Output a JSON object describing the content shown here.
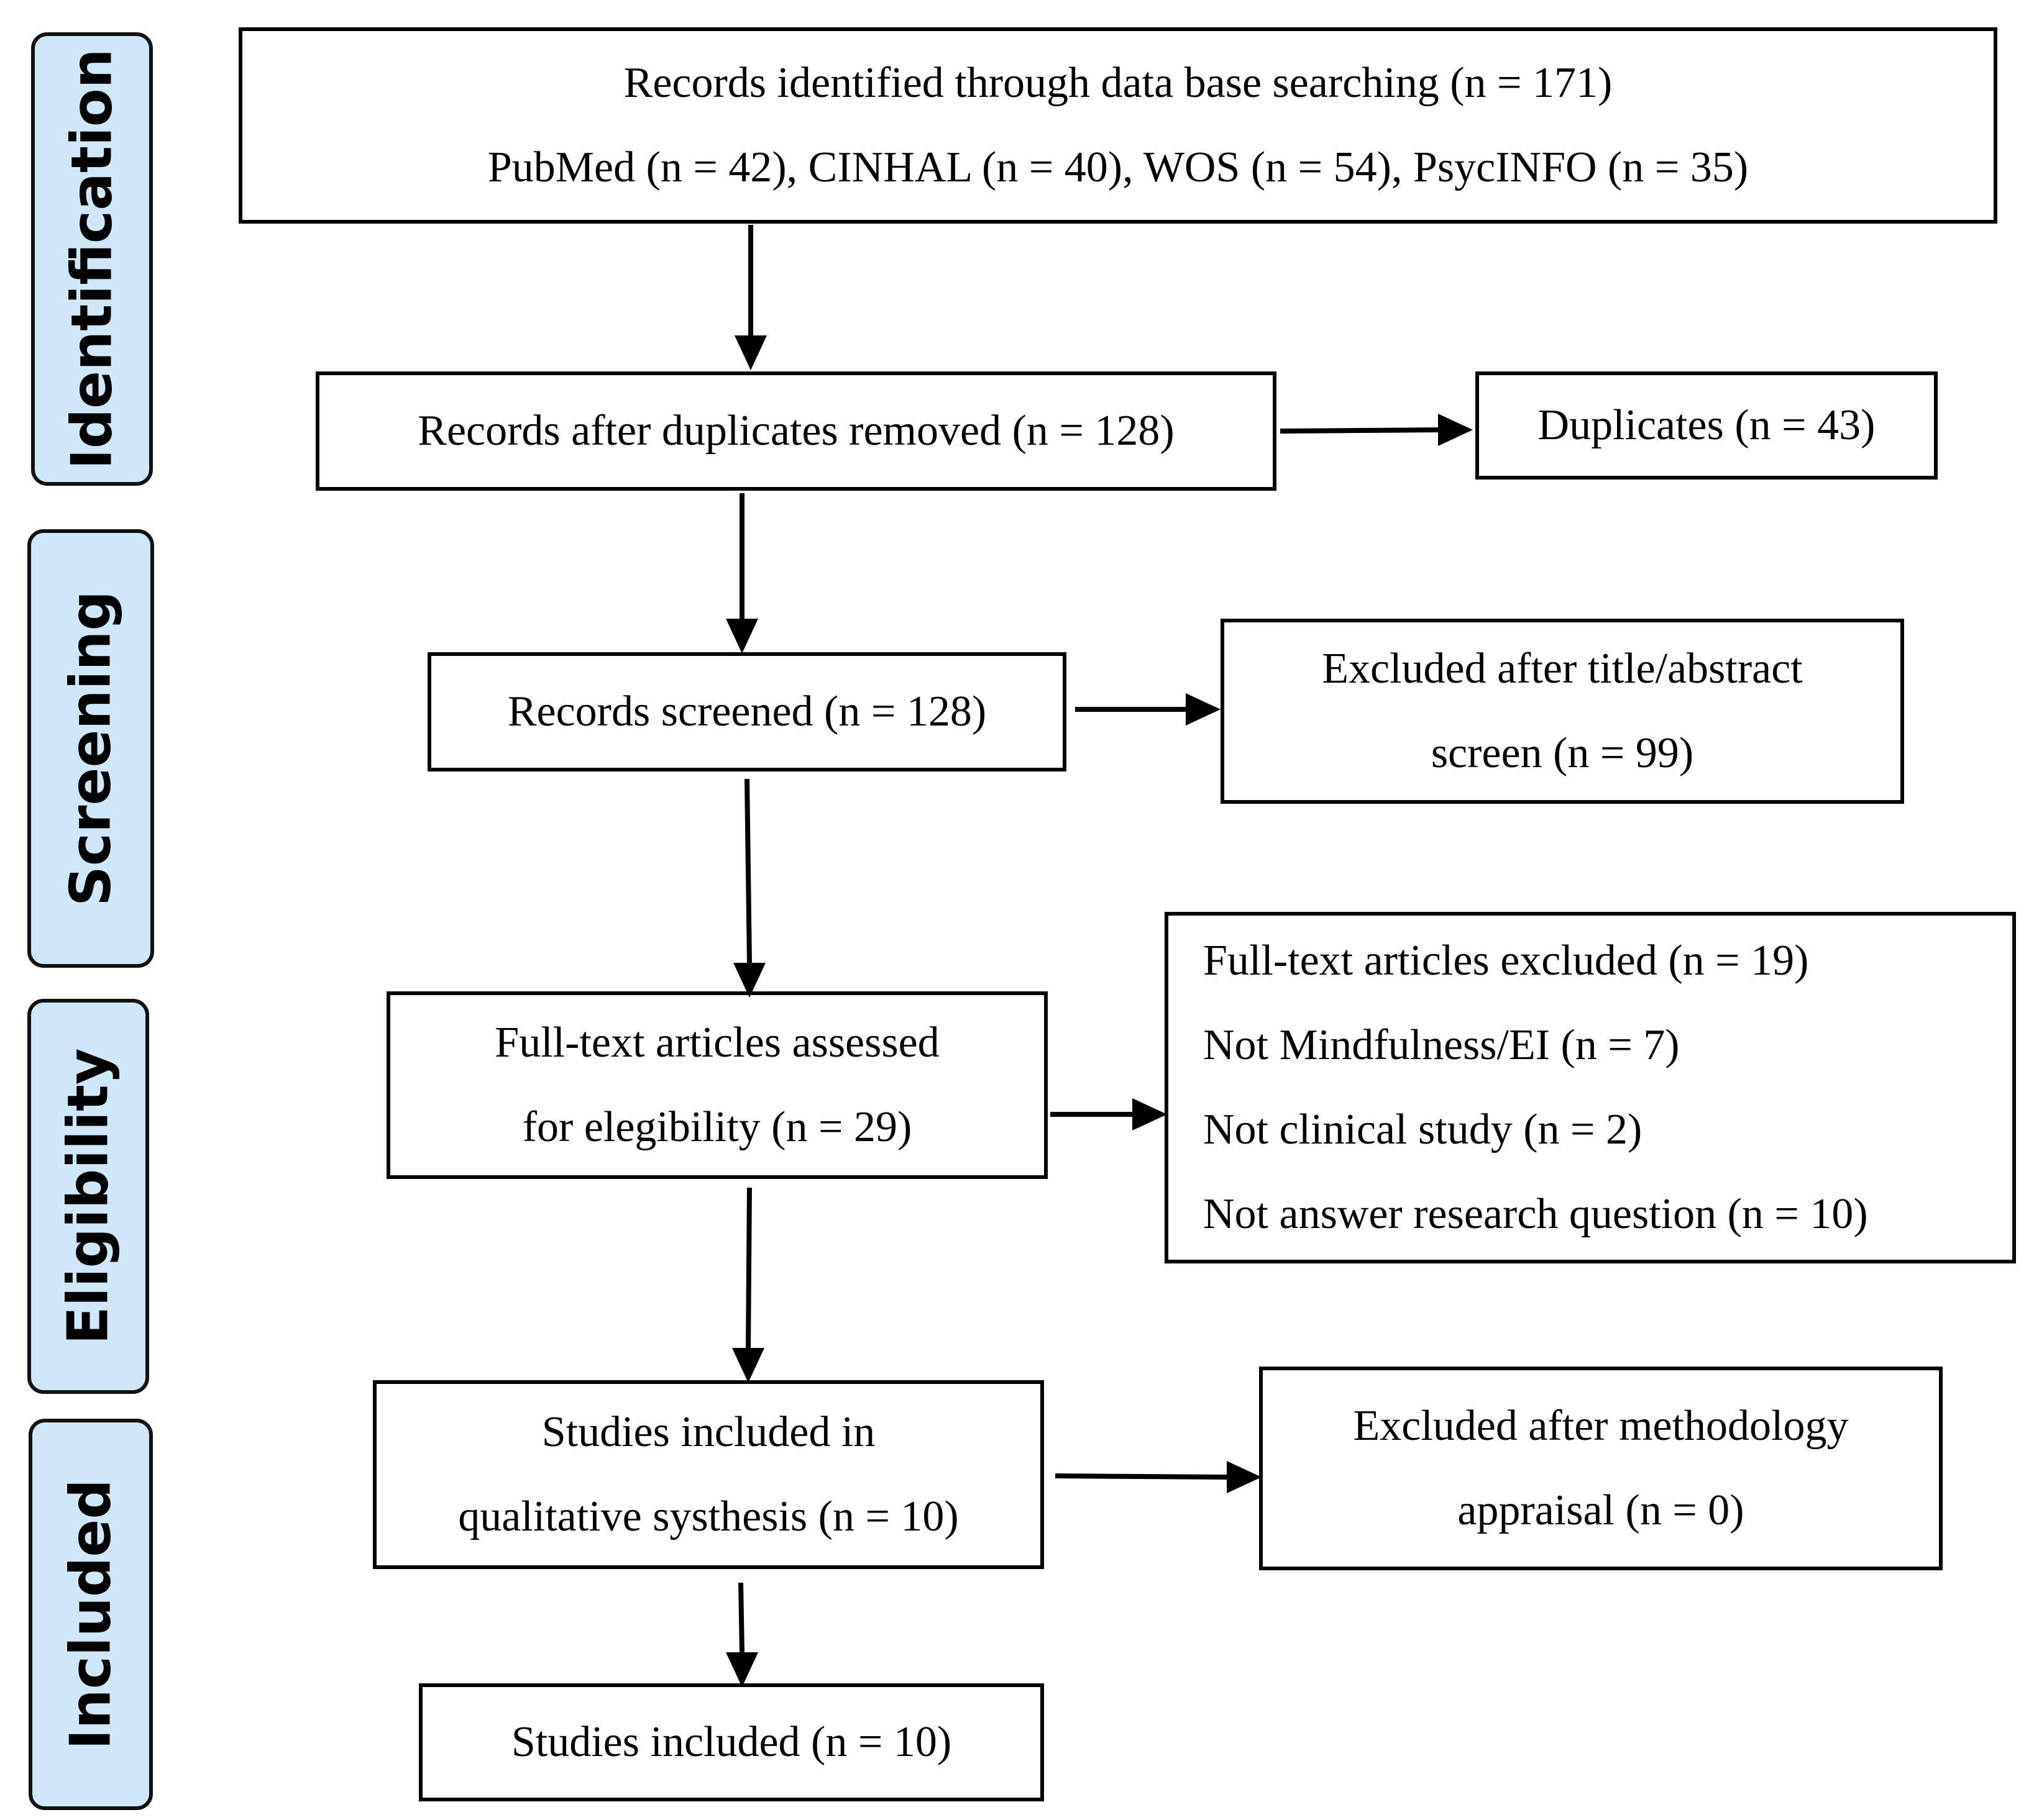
{
  "phases": {
    "identification": "Identification",
    "screening": "Screening",
    "eligibility": "Eligibility",
    "included": "Included"
  },
  "boxes": {
    "records_identified": {
      "line1": "Records identified through data base searching (n = 171)",
      "line2": "PubMed (n = 42), CINHAL (n = 40), WOS (n = 54), PsycINFO (n = 35)"
    },
    "after_duplicates": {
      "line1": "Records after duplicates removed (n = 128)"
    },
    "duplicates": {
      "line1": "Duplicates (n = 43)"
    },
    "screened": {
      "line1": "Records screened (n = 128)"
    },
    "excluded_title_abstract": {
      "line1": "Excluded after title/abstract",
      "line2": "screen (n = 99)"
    },
    "full_text_assessed": {
      "line1": "Full-text articles assessed",
      "line2": "for elegibility (n = 29)"
    },
    "full_text_excluded": {
      "line1": "Full-text articles excluded (n = 19)",
      "line2": "Not Mindfulness/EI (n = 7)",
      "line3": "Not clinical study (n = 2)",
      "line4": "Not answer research question (n = 10)"
    },
    "qualitative_synthesis": {
      "line1": "Studies included in",
      "line2": "qualitative systhesis (n = 10)"
    },
    "excluded_methodology": {
      "line1": "Excluded after methodology",
      "line2": "appraisal (n = 0)"
    },
    "studies_included": {
      "line1": "Studies included (n = 10)"
    }
  }
}
